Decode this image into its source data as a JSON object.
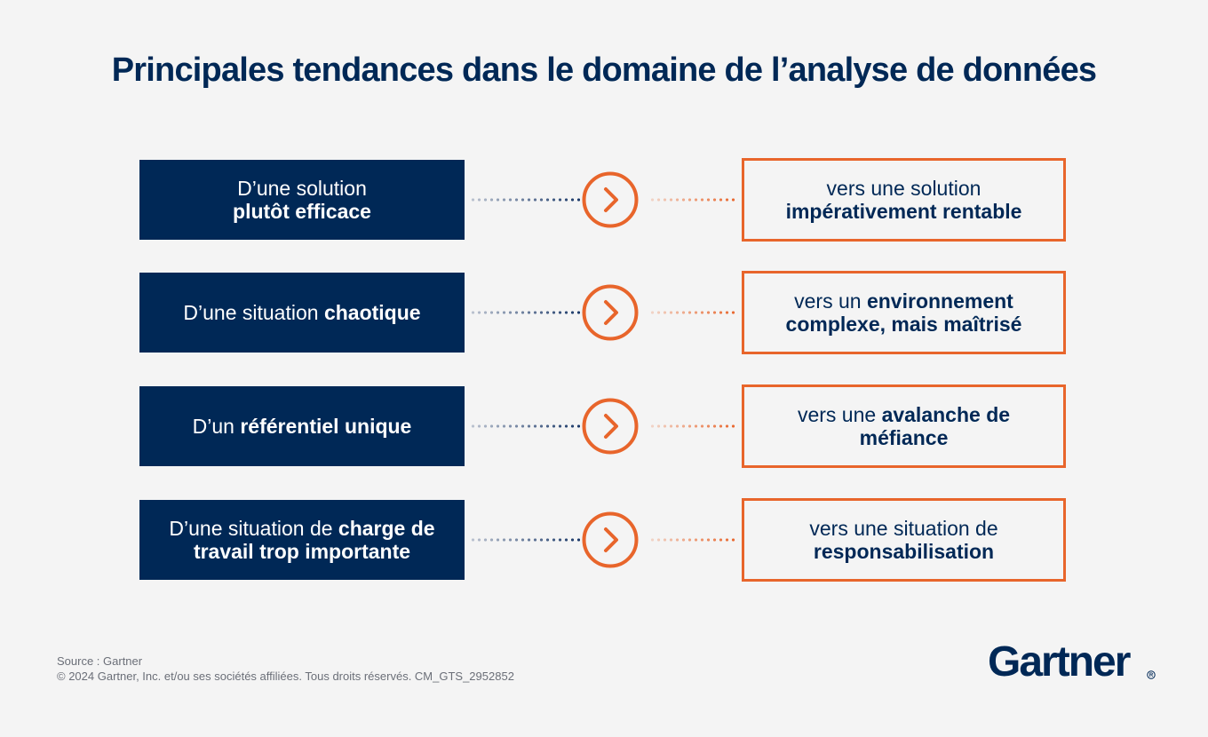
{
  "title": "Principales tendances dans le domaine de l’analyse de données",
  "rows": [
    {
      "from": [
        {
          "t": "D’une solution",
          "b": false
        },
        {
          "br": true
        },
        {
          "t": "plutôt efficace",
          "b": true
        }
      ],
      "to": [
        {
          "t": "vers une solution",
          "b": false
        },
        {
          "br": true
        },
        {
          "t": "impérativement rentable",
          "b": true
        }
      ]
    },
    {
      "from": [
        {
          "t": "D’une situation ",
          "b": false
        },
        {
          "t": "chaotique",
          "b": true
        }
      ],
      "to": [
        {
          "t": "vers un ",
          "b": false
        },
        {
          "t": "environnement complexe, mais maîtrisé",
          "b": true
        }
      ]
    },
    {
      "from": [
        {
          "t": "D’un ",
          "b": false
        },
        {
          "t": "référentiel unique",
          "b": true
        }
      ],
      "to": [
        {
          "t": "vers une ",
          "b": false
        },
        {
          "t": "avalanche de méfiance",
          "b": true
        }
      ]
    },
    {
      "from": [
        {
          "t": "D’une situation de ",
          "b": false
        },
        {
          "t": "charge de travail trop importante",
          "b": true
        }
      ],
      "to": [
        {
          "t": "vers une situation de",
          "b": false
        },
        {
          "br": true
        },
        {
          "t": "responsabilisation",
          "b": true
        }
      ]
    }
  ],
  "footer": {
    "source": "Source : Gartner",
    "copyright": "© 2024 Gartner, Inc. et/ou ses sociétés affiliées. Tous droits réservés. CM_GTS_2952852"
  },
  "logo": {
    "text": "Gartner"
  },
  "colors": {
    "navy": "#002856",
    "orange": "#e8652b",
    "background": "#f4f4f4"
  },
  "icons": {
    "arrow": "chevron-right-circle-icon",
    "registered": "registered-trademark-icon"
  }
}
